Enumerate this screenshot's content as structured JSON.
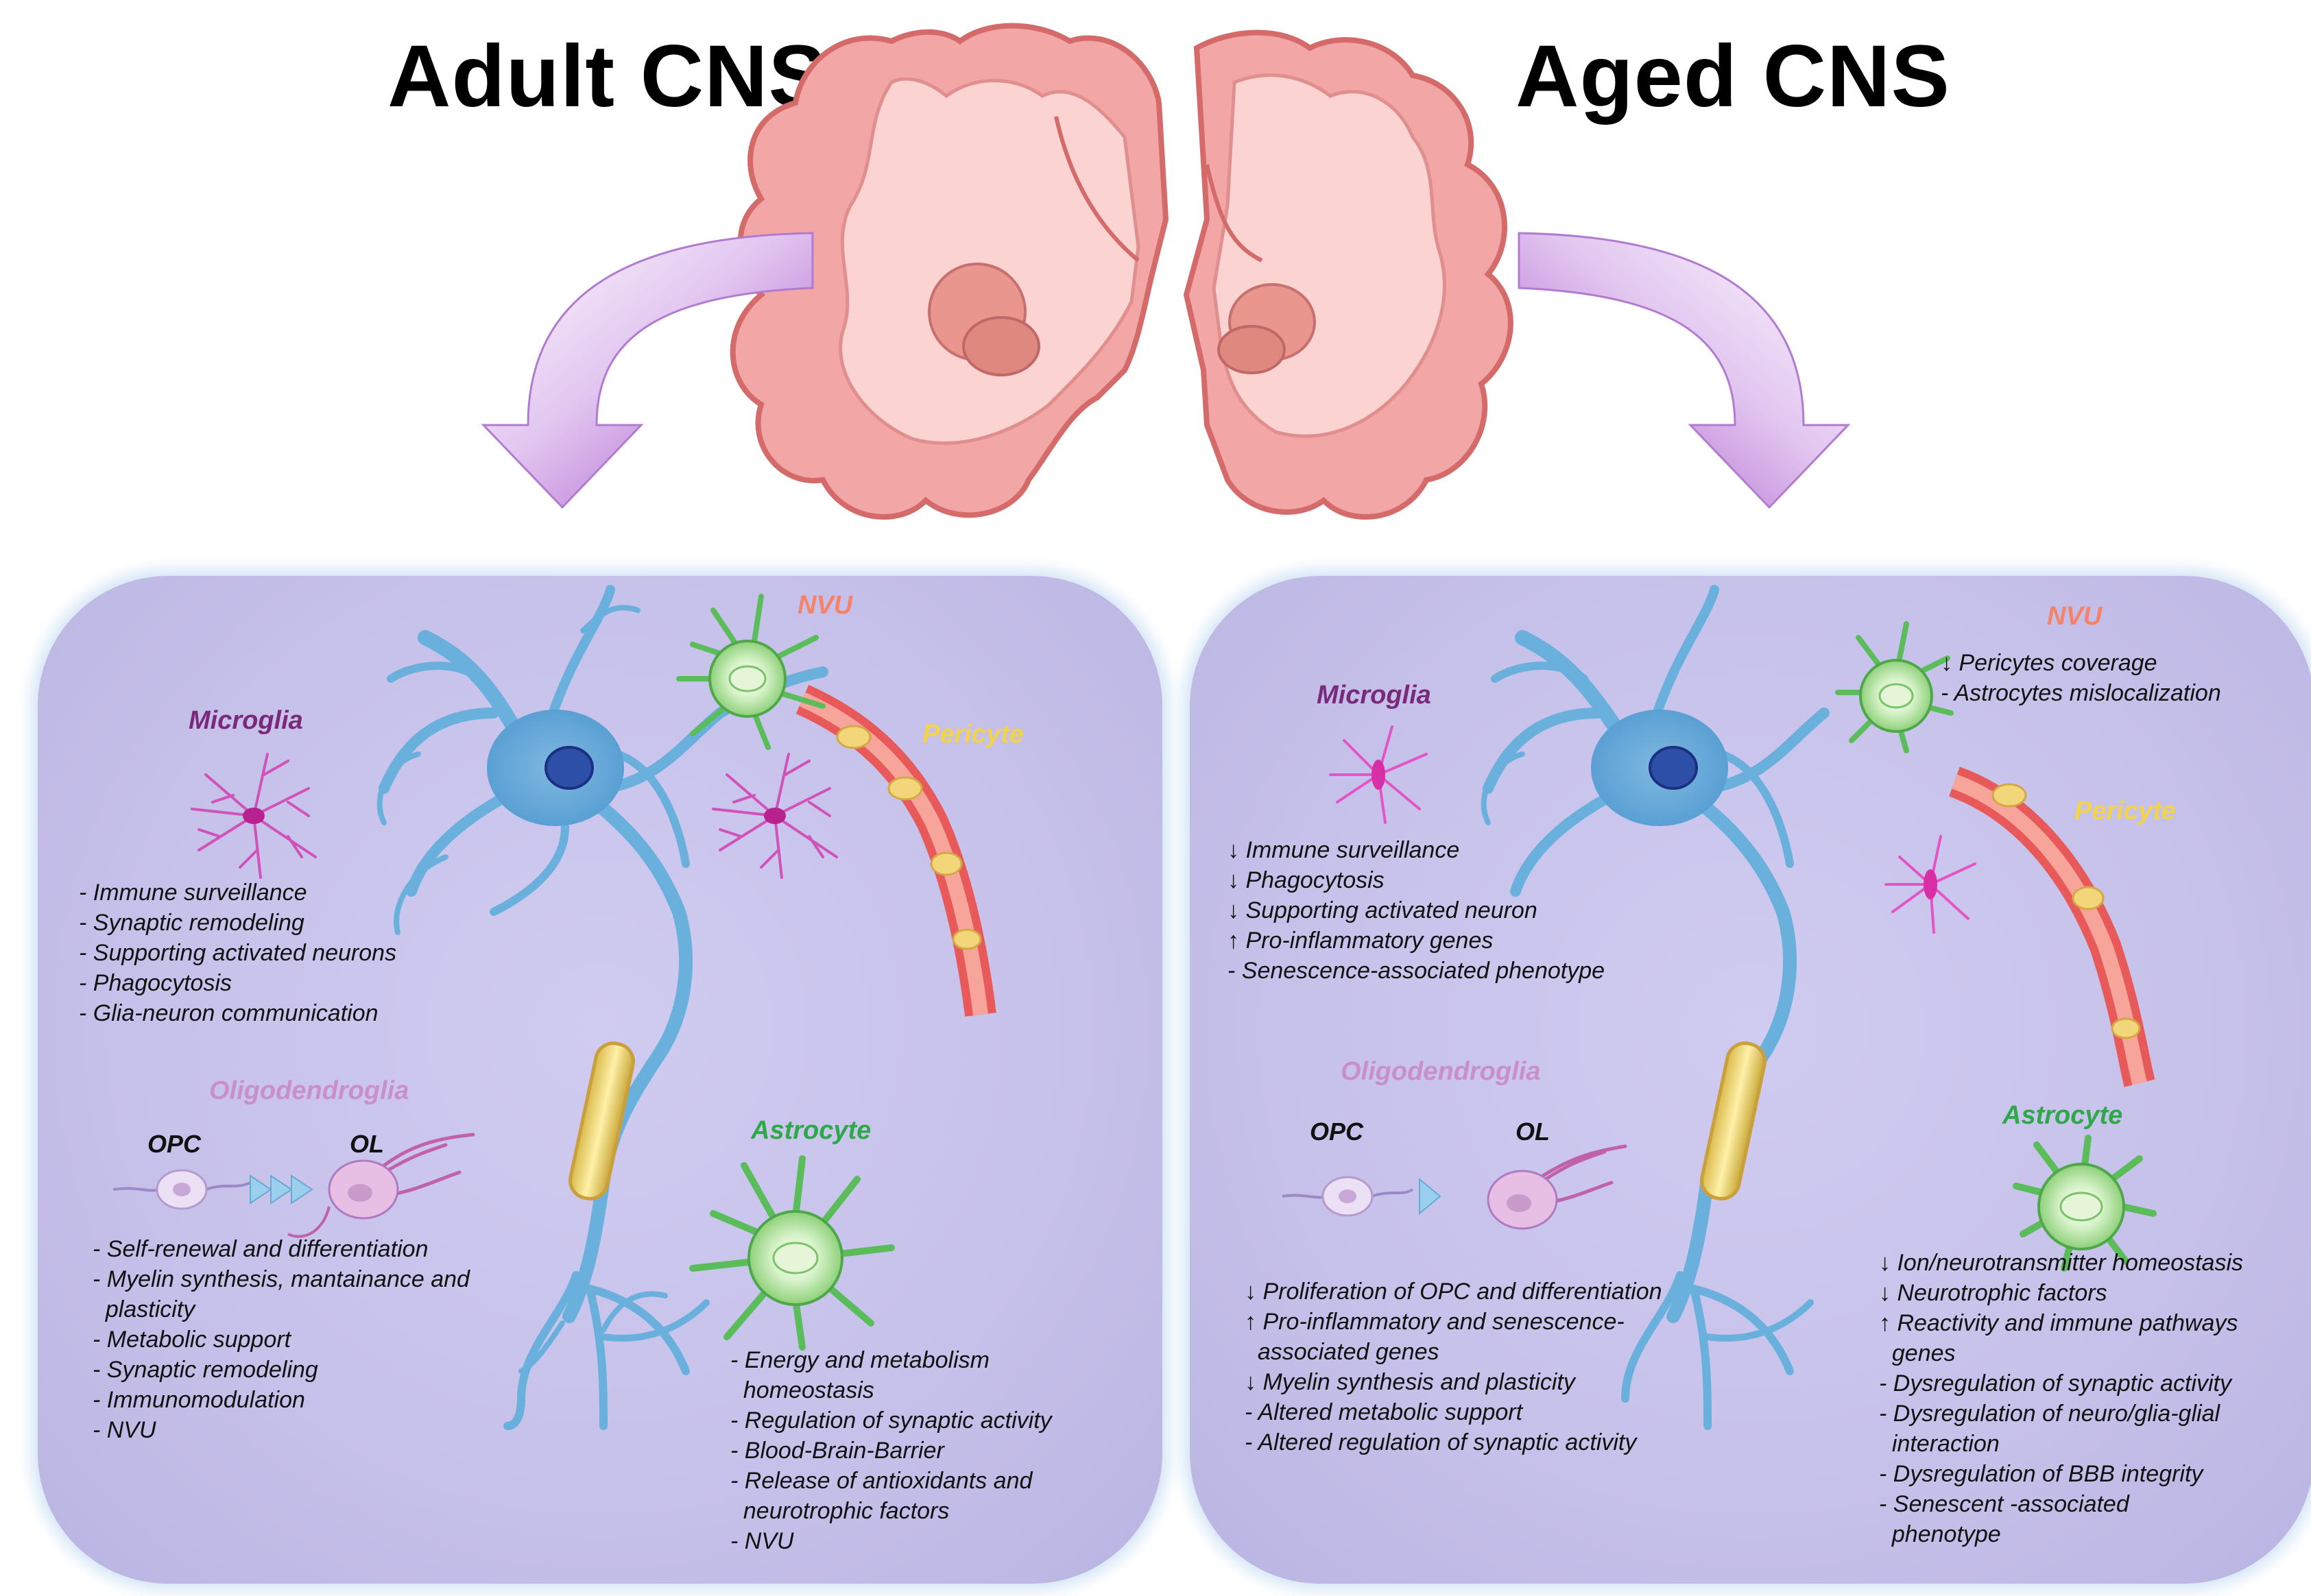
{
  "titles": {
    "adult": "Adult CNS",
    "aged": "Aged CNS"
  },
  "colors": {
    "microglia": "#7a2a7a",
    "oligo": "#c88fc8",
    "astro": "#2fa84a",
    "nvu": "#f5836a",
    "pericyte": "#f2d34a"
  },
  "adult": {
    "nvu": "NVU",
    "pericyte": "Pericyte",
    "microglia": {
      "title": "Microglia",
      "items": [
        "- Immune surveillance",
        "- Synaptic remodeling",
        "- Supporting activated neurons",
        "- Phagocytosis",
        "- Glia-neuron communication"
      ]
    },
    "oligo": {
      "title": "Oligodendroglia",
      "opc": "OPC",
      "ol": "OL",
      "items": [
        "- Self-renewal and differentiation",
        "- Myelin synthesis, mantainance and",
        "  plasticity",
        "- Metabolic support",
        "- Synaptic remodeling",
        "- Immunomodulation",
        "- NVU"
      ]
    },
    "astro": {
      "title": "Astrocyte",
      "items": [
        "- Energy and metabolism",
        "  homeostasis",
        "- Regulation of synaptic activity",
        "- Blood-Brain-Barrier",
        "- Release of antioxidants and",
        "  neurotrophic factors",
        "- NVU"
      ]
    }
  },
  "aged": {
    "nvu": "NVU",
    "nvu_items": [
      "↓ Pericytes coverage",
      "- Astrocytes mislocalization"
    ],
    "pericyte": "Pericyte",
    "microglia": {
      "title": "Microglia",
      "items": [
        "↓ Immune surveillance",
        "↓ Phagocytosis",
        "↓ Supporting activated neuron",
        "↑ Pro-inflammatory genes",
        "- Senescence-associated phenotype"
      ]
    },
    "oligo": {
      "title": "Oligodendroglia",
      "opc": "OPC",
      "ol": "OL",
      "items": [
        "↓ Proliferation of OPC and differentiation",
        "↑ Pro-inflammatory and senescence-",
        "  associated genes",
        "↓ Myelin synthesis and plasticity",
        "- Altered metabolic support",
        "- Altered regulation of synaptic activity"
      ]
    },
    "astro": {
      "title": "Astrocyte",
      "items": [
        "↓ Ion/neurotransmitter homeostasis",
        "↓ Neurotrophic factors",
        "↑ Reactivity and immune pathways",
        "  genes",
        "- Dysregulation of synaptic activity",
        "- Dysregulation of neuro/glia-glial",
        "  interaction",
        "- Dysregulation of BBB integrity",
        "- Senescent -associated",
        "  phenotype"
      ]
    }
  }
}
